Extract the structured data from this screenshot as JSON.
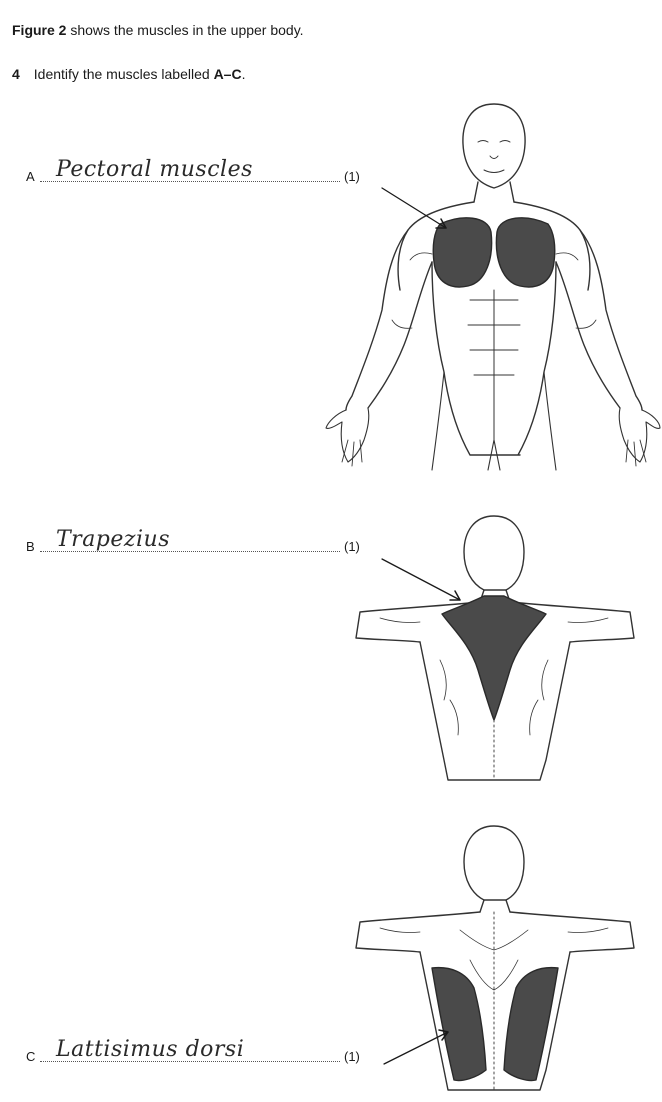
{
  "intro": {
    "figure_ref": "Figure 2",
    "text": " shows the muscles in the upper body."
  },
  "question": {
    "number": "4",
    "text_before": "Identify the muscles labelled ",
    "range": "A–C",
    "text_after": "."
  },
  "answers": [
    {
      "letter": "A",
      "response": "Pectoral muscles",
      "marks": "(1)"
    },
    {
      "letter": "B",
      "response": "Trapezius",
      "marks": "(1)"
    },
    {
      "letter": "C",
      "response": "Lattisimus dorsi",
      "marks": "(1)"
    }
  ],
  "colors": {
    "highlight": "#4a4a4a",
    "outline": "#333333"
  }
}
